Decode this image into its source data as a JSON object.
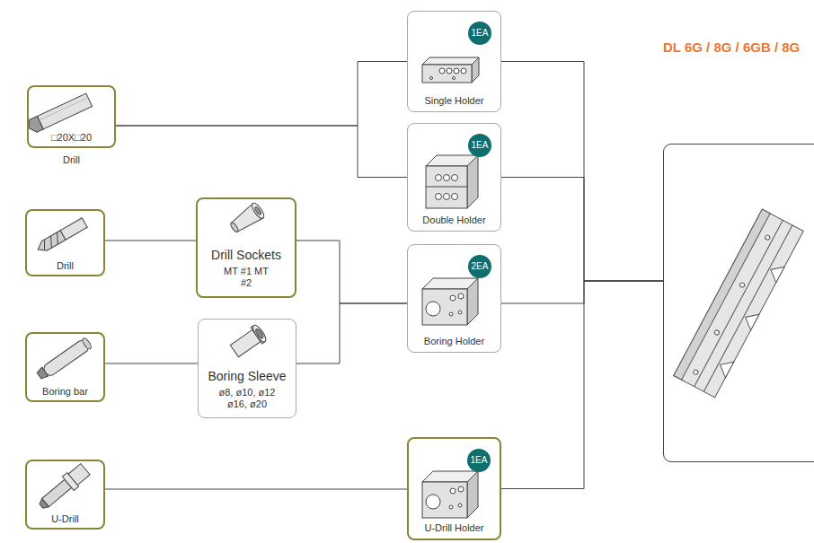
{
  "diagram": {
    "nodes": [
      {
        "text": [
          "□20X□20",
          "Drill"
        ]
      },
      {
        "text": [
          "Drill"
        ]
      },
      {
        "text": [
          "Boring bar"
        ]
      },
      {
        "text": [
          "U-Drill"
        ]
      },
      {
        "text": [
          "Drill Sockets",
          "MT #1 MT #2"
        ]
      },
      {
        "text": [
          "Boring Sleeve",
          "ø8, ø10, ø12 ø16, ø20"
        ]
      },
      {
        "text": [
          "1EA",
          "Single Holder"
        ]
      },
      {
        "text": [
          "1EA",
          "Double Holder"
        ]
      },
      {
        "text": [
          "2EA",
          "Boring Holder"
        ]
      },
      {
        "text": [
          "1EA",
          "U-Drill Holder"
        ]
      },
      {
        "text": [
          "DL 6G / 8G / 6GB / 8G"
        ]
      }
    ],
    "edges": [
      {
        "from": 0,
        "to": 6,
        "arrow": "none"
      },
      {
        "from": 0,
        "to": 7,
        "arrow": "none"
      },
      {
        "from": 1,
        "to": 4,
        "arrow": "none"
      },
      {
        "from": 2,
        "to": 5,
        "arrow": "none"
      },
      {
        "from": 4,
        "to": 8,
        "arrow": "none"
      },
      {
        "from": 5,
        "to": 8,
        "arrow": "none"
      },
      {
        "from": 3,
        "to": 9,
        "arrow": "none"
      },
      {
        "from": 6,
        "to": 10,
        "arrow": "none"
      },
      {
        "from": 7,
        "to": 10,
        "arrow": "none"
      },
      {
        "from": 8,
        "to": 10,
        "arrow": "none"
      },
      {
        "from": 9,
        "to": 10,
        "arrow": "none"
      }
    ]
  }
}
